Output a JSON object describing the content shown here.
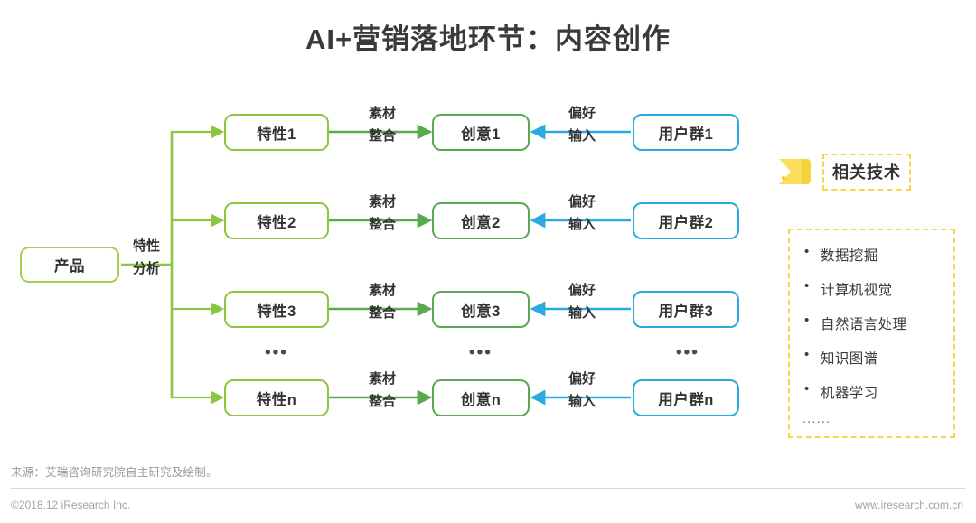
{
  "title": "AI+营销落地环节：内容创作",
  "colors": {
    "product_border": "#a2cf4f",
    "feature_border": "#8cc63f",
    "idea_border": "#5aa84f",
    "user_border": "#29abe2",
    "green_line": "#8cc63f",
    "dark_green_line": "#5aa84f",
    "blue_line": "#29abe2",
    "tag_yellow": "#f7d74a",
    "title_color": "#3a3a3a"
  },
  "diagram": {
    "product": {
      "label": "产品"
    },
    "analysis_label": {
      "line1": "特性",
      "line2": "分析"
    },
    "material_label": {
      "line1": "素材",
      "line2": "整合"
    },
    "preference_label": {
      "line1": "偏好",
      "line2": "输入"
    },
    "ellipsis": "•••",
    "rows": [
      {
        "feature": "特性1",
        "idea": "创意1",
        "user": "用户群1"
      },
      {
        "feature": "特性2",
        "idea": "创意2",
        "user": "用户群2"
      },
      {
        "feature": "特性3",
        "idea": "创意3",
        "user": "用户群3"
      },
      {
        "feature": "特性n",
        "idea": "创意n",
        "user": "用户群n"
      }
    ]
  },
  "related_tech": {
    "heading": "相关技术",
    "items": [
      "数据挖掘",
      "计算机视觉",
      "自然语言处理",
      "知识图谱",
      "机器学习"
    ],
    "more": "......"
  },
  "footer": {
    "source": "来源：艾瑞咨询研究院自主研究及绘制。",
    "copyright": "©2018.12 iResearch Inc.",
    "website": "www.iresearch.com.cn"
  }
}
